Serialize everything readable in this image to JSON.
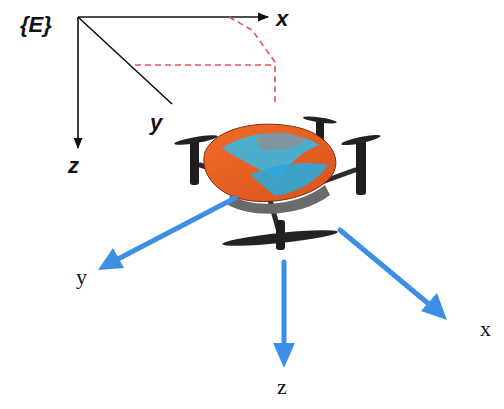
{
  "diagram": {
    "labels": [
      "{E}",
      "x",
      "y",
      "z",
      "y",
      "z",
      "x"
    ]
  }
}
